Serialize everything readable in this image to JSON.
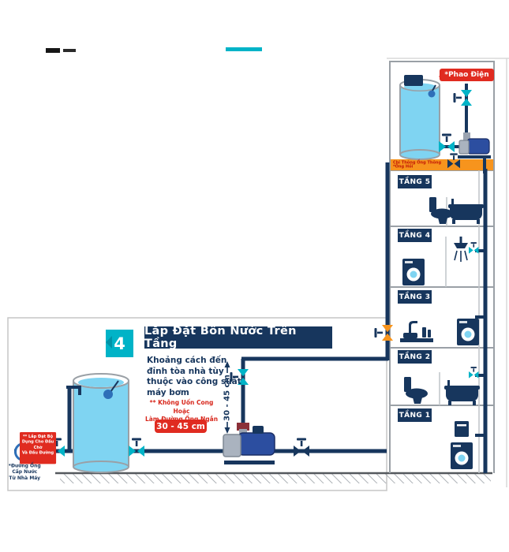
{
  "colors": {
    "navy": "#17365d",
    "teal": "#00b3c7",
    "water": "#7fd4f2",
    "red": "#e02b20",
    "orange": "#f7941d"
  },
  "badge": {
    "number": "4"
  },
  "panel": {
    "title": "Lắp Đặt Bồn Nước Trên Tầng",
    "description": "Khoảng cách đến đỉnh tòa nhà tùy thuộc vào công suất máy bơm",
    "warning_line1": "** Không Uốn Cong Hoặc",
    "warning_line2": "Làm Đường Ống Ngắn Hơn",
    "measure_box": "30 - 45 cm",
    "vertical_measure": "30 - 45 cm"
  },
  "notes": {
    "float_switch": "*Phao Điện",
    "band_note": "Chỉ Thông Ống Thông *Ống Hồi",
    "inlet_note_line1": "** Lắp Đặt Bộ",
    "inlet_note_line2": "Dụng Cho Đầu Chờ",
    "inlet_note_line3": "Và Đầu Đường",
    "supply_line1": "*Đường Ống",
    "supply_line2": "Cấp Nước",
    "supply_line3": "Từ Nhà Máy"
  },
  "building": {
    "floors": [
      {
        "label": "TẦNG 5"
      },
      {
        "label": "TẦNG 4"
      },
      {
        "label": "TẦNG 3"
      },
      {
        "label": "TẦNG 2"
      },
      {
        "label": "TẦNG 1"
      }
    ]
  }
}
